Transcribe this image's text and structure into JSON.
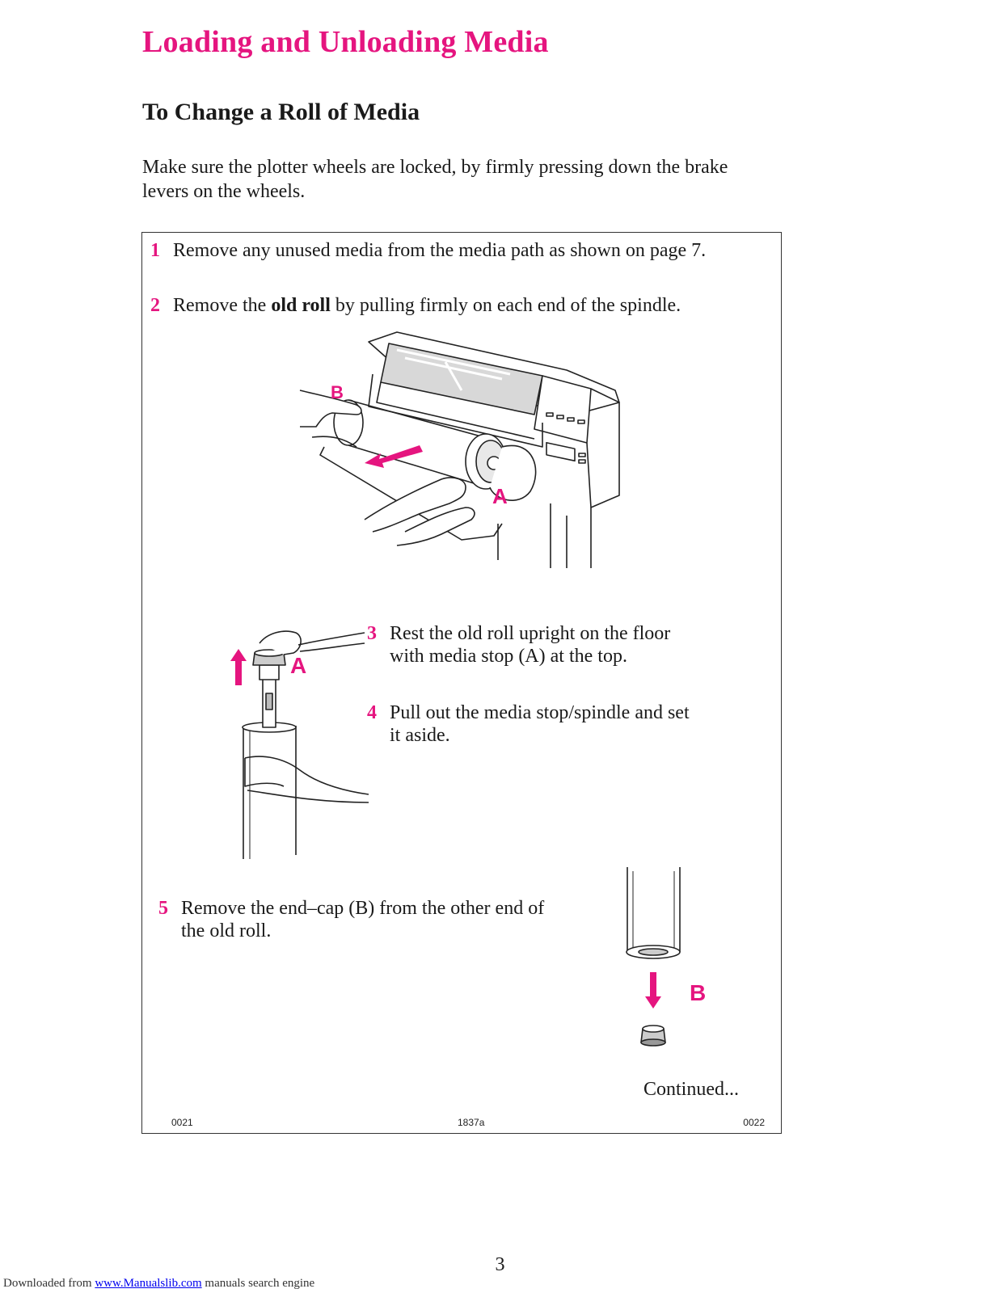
{
  "header": {
    "title": "Loading and Unloading Media",
    "subtitle": "To Change a Roll of Media"
  },
  "intro": "Make sure the plotter wheels are locked, by firmly pressing down the brake levers on the wheels.",
  "steps": [
    {
      "num": "1",
      "text": "Remove any unused media from the media path as shown on page 7."
    },
    {
      "num": "2",
      "pre": "Remove the ",
      "bold": "old roll",
      "post": " by pulling firmly on each end of the spindle."
    },
    {
      "num": "3",
      "text": "Rest the old roll upright on the floor with media stop (A) at the top."
    },
    {
      "num": "4",
      "text": "Pull out the media stop/spindle and set it aside."
    },
    {
      "num": "5",
      "text": "Remove the end–cap (B) from the other end of the old roll."
    }
  ],
  "figure_labels": {
    "fig1_a": "A",
    "fig1_b": "B",
    "fig2_a": "A",
    "fig3_b": "B"
  },
  "continued": "Continued...",
  "codes": {
    "left": "0021",
    "center": "1837a",
    "right": "0022"
  },
  "page_number": "3",
  "footer": {
    "prefix": "Downloaded from ",
    "link": "www.Manualslib.com",
    "suffix": " manuals search engine"
  },
  "colors": {
    "accent": "#e5157f"
  }
}
